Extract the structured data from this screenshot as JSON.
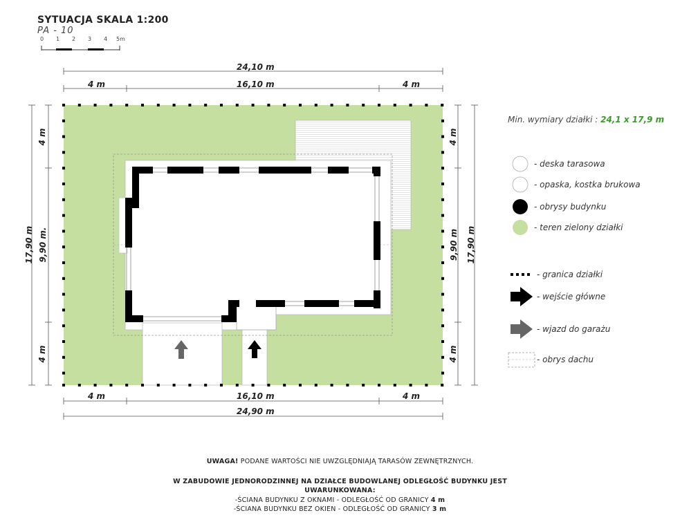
{
  "header": {
    "title": "SYTUACJA SKALA 1:200",
    "subtitle": "PA - 10"
  },
  "scale_bar": {
    "labels": [
      "0",
      "1",
      "2",
      "3",
      "4",
      "5m"
    ]
  },
  "dimensions": {
    "top_total": "24,10 m",
    "top_left": "4 m",
    "top_mid": "16,10 m",
    "top_right": "4 m",
    "bottom_left": "4 m",
    "bottom_mid": "16,10 m",
    "bottom_right": "4 m",
    "bottom_total": "24,90 m",
    "left_total": "17,90 m",
    "left_top": "4 m",
    "left_mid": "9,90 m.",
    "left_bottom": "4 m",
    "right_top": "4 m",
    "right_mid": "9,90 m",
    "right_bottom": "4 m",
    "right_total": "17,90 m"
  },
  "min_dims": {
    "label": "Min. wymiary działki :",
    "value": "24,1 x 17,9 m"
  },
  "legend": {
    "deck": "- deska tarasowa",
    "paving": "- opaska, kostka brukowa",
    "building": "- obrysy budynku",
    "green": "- teren zielony działki",
    "boundary": "- granica działki",
    "entrance": "- wejście główne",
    "garage": "- wjazd do garażu",
    "roof": "- obrys dachu"
  },
  "colors": {
    "green": "#c4df9f",
    "building": "#000000",
    "garage_arrow": "#666666",
    "accent_value": "#3a9a2a"
  },
  "notes": {
    "line1_bold": "UWAGA!",
    "line1_rest": " PODANE WARTOŚCI NIE UWZGLĘDNIAJĄ TARASÓW ZEWNĘTRZNYCH.",
    "line2": "W ZABUDOWIE JEDNORODZINNEJ NA DZIAŁCE BUDOWLANEJ ODLEGŁOŚĆ BUDYNKU JEST",
    "line3": "UWARUNKOWANA:",
    "line4_text": "-ŚCIANA BUDYNKU Z OKNAMI - ODLEGŁOŚĆ OD GRANICY ",
    "line4_value": "4 m",
    "line5_text": "-ŚCIANA BUDYNKU BEZ OKIEN - ODLEGŁOŚĆ OD GRANICY ",
    "line5_value": "3 m"
  }
}
